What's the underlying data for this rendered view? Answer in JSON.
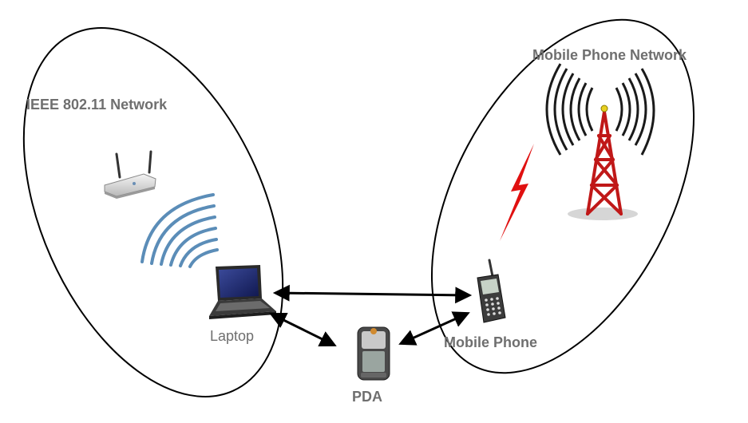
{
  "networks": {
    "wifi": {
      "label": "IEEE 802.11 Network"
    },
    "mobile": {
      "label": "Mobile Phone Network"
    }
  },
  "devices": {
    "laptop": {
      "label": "Laptop"
    },
    "pda": {
      "label": "PDA"
    },
    "phone": {
      "label": "Mobile Phone"
    }
  },
  "colors": {
    "outline": "#000000",
    "label_text": "#6f6f6f",
    "wifi_waves": "#5b8db8",
    "tower": "#c01818",
    "lightning": "#e01010"
  },
  "icons": [
    "router-icon",
    "wifi-waves-icon",
    "laptop-icon",
    "pda-icon",
    "mobile-phone-icon",
    "radio-tower-icon",
    "lightning-icon"
  ]
}
